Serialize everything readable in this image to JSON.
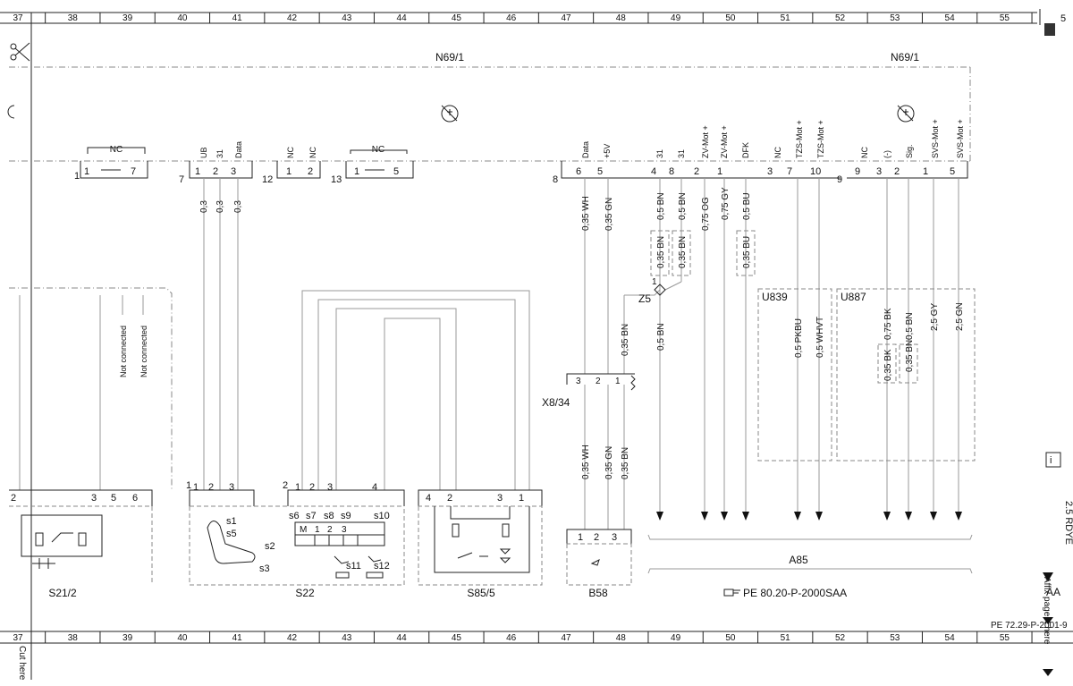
{
  "ruler": {
    "numbers": [
      "37",
      "38",
      "39",
      "40",
      "41",
      "42",
      "43",
      "44",
      "45",
      "46",
      "47",
      "48",
      "49",
      "50",
      "51",
      "52",
      "53",
      "54",
      "55"
    ]
  },
  "modules": {
    "top_left": "N69/1",
    "top_right": "N69/1",
    "u839": "U839",
    "u887": "U887"
  },
  "connector_numbers": [
    "1",
    "7",
    "12",
    "13",
    "8",
    "9"
  ],
  "nc_label": "NC",
  "pin_headers": [
    "UB",
    "31",
    "Data",
    "NC",
    "NC",
    "Data",
    "+5V",
    "31",
    "31",
    "ZV-Mot +",
    "ZV-Mot +",
    "DFK",
    "NC",
    "TZS-Mot +",
    "TZS-Mot +",
    "NC",
    "(-)",
    "Sig.",
    "SVS-Mot +",
    "SVS-Mot +"
  ],
  "pin_numbers": [
    "1",
    "7",
    "1",
    "2",
    "3",
    "1",
    "2",
    "1",
    "5",
    "6",
    "5",
    "4",
    "8",
    "2",
    "1",
    "3",
    "7",
    "10",
    "9",
    "3",
    "2",
    "1",
    "5",
    "4"
  ],
  "wires": [
    "0,3",
    "0,3",
    "0,3",
    "0,35 WH",
    "0,35 GN",
    "0,5 BN",
    "0,5 BN",
    "0,75 OG",
    "0,75 GY",
    "0,5 BU",
    "0,35 BN",
    "0,35 BN",
    "0,35 BU",
    "0,35 BN",
    "0,5 BN",
    "0,5 PKBU",
    "0,5 WHVT",
    "0,75 BK",
    "0,5 BN",
    "2,5 GY",
    "2,5 GN",
    "0,35 BK",
    "0,35 BN",
    "0,35 WH",
    "0,35 GN",
    "0,35 BN"
  ],
  "not_connected": "Not connected",
  "junctions": {
    "z5": "Z5",
    "z5_pin": "1",
    "x8": "X8/34"
  },
  "x8_pins": [
    "3",
    "2",
    "1"
  ],
  "components": {
    "s21": "S21/2",
    "s22": "S22",
    "s85": "S85/5",
    "b58": "B58",
    "a85": "A85"
  },
  "bottom_pins": {
    "s21": [
      "2",
      "3",
      "5",
      "6"
    ],
    "s22_a": [
      "1",
      "1",
      "2",
      "3"
    ],
    "s22_b": [
      "2",
      "1",
      "2",
      "3",
      "4"
    ],
    "s85": [
      "4",
      "2",
      "3",
      "1"
    ],
    "b58": [
      "1",
      "2",
      "3"
    ]
  },
  "switch_labels": [
    "s1",
    "s5",
    "s2",
    "s3",
    "s6",
    "s7",
    "s8",
    "s9",
    "s10",
    "M",
    "1",
    "2",
    "3",
    "s11",
    "s12"
  ],
  "reference": "PE 80.20-P-2000SAA",
  "page_ref": "PE 72.29-P-2001-9",
  "side_texts": {
    "rdye": "2.5 RDYE",
    "aa": "AA",
    "affix": "Affix page 4 here",
    "cut": "Cut here",
    "s_num": "5"
  },
  "info_icon": "i"
}
